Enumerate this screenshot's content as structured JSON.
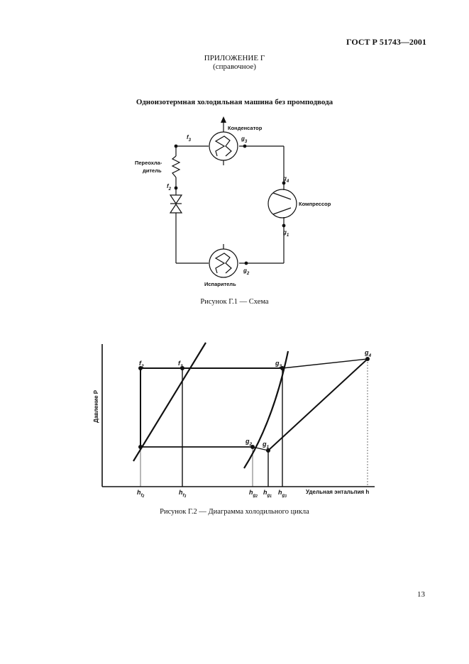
{
  "header": {
    "standard": "ГОСТ Р 51743—2001"
  },
  "appendix": {
    "title": "ПРИЛОЖЕНИЕ Г",
    "subtitle": "(справочное)"
  },
  "figure_title": "Одноизотермная холодильная машина без промподвода",
  "scheme": {
    "condenser": "Конденсатор",
    "compressor": "Компрессор",
    "evaporator": "Испаритель",
    "overheater_line1": "Переохла-",
    "overheater_line2": "дитель",
    "labels": {
      "f3": "f",
      "f3_sub": "3",
      "g3": "g",
      "g3_sub": "3",
      "f2": "f",
      "f2_sub": "2",
      "g4": "g",
      "g4_sub": "4",
      "g1": "g",
      "g1_sub": "1",
      "g2": "g",
      "g2_sub": "2"
    }
  },
  "caption1": "Рисунок Г.1 — Схема",
  "diagram": {
    "ylabel": "Давление P",
    "xlabel": "Удельная энтальпия h",
    "points": {
      "f2": "f",
      "f2_sub": "2",
      "f3": "f",
      "f3_sub": "3",
      "g3": "g",
      "g3_sub": "3",
      "g4": "g",
      "g4_sub": "4",
      "g2": "g",
      "g2_sub": "2",
      "g1": "g",
      "g1_sub": "1"
    },
    "ticks": {
      "h": "h",
      "hf2": "f",
      "hf2_sub": "2",
      "hf3": "f",
      "hf3_sub": "3",
      "hg2": "g",
      "hg2_sub": "2",
      "hg1": "g",
      "hg1_sub": "1",
      "hg3": "g",
      "hg3_sub": "3"
    }
  },
  "caption2": "Рисунок Г.2 — Диаграмма холодильного цикла",
  "page_number": "13"
}
